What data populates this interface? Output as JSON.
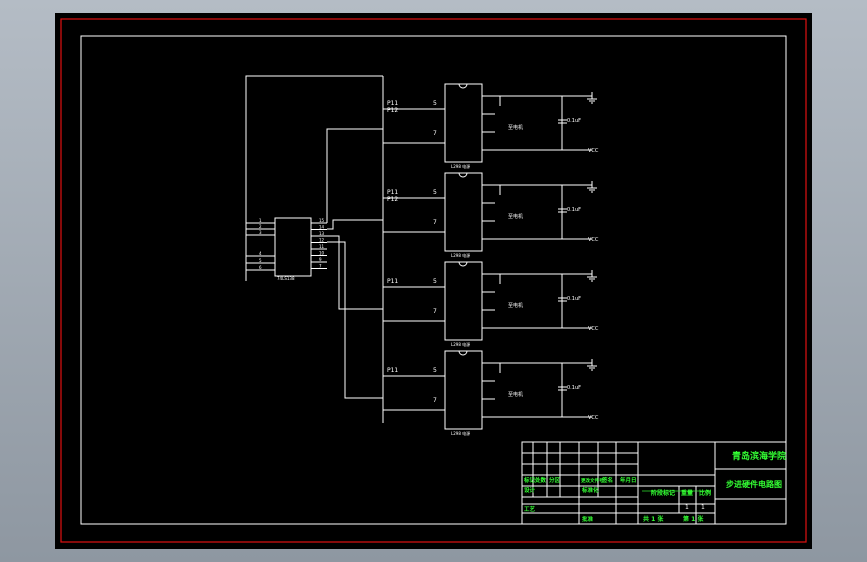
{
  "drawing": {
    "chips": [
      {
        "pin_a_name": "P11",
        "pin_a_num": "5",
        "pin_b_name": "P12",
        "pin_b_num": "7",
        "out_label": "至电机",
        "cap": "0.1uF",
        "vcc": "VCC",
        "part_label": "L298 电源"
      },
      {
        "pin_a_name": "P11",
        "pin_a_num": "5",
        "pin_b_name": "P12",
        "pin_b_num": "7",
        "out_label": "至电机",
        "cap": "0.1uF",
        "vcc": "VCC",
        "part_label": "L298 电源"
      },
      {
        "pin_a_name": "P11",
        "pin_a_num": "5",
        "pin_b_name": "",
        "pin_b_num": "7",
        "out_label": "至电机",
        "cap": "0.1uF",
        "vcc": "VCC",
        "part_label": "L298 电源"
      },
      {
        "pin_a_name": "P11",
        "pin_a_num": "5",
        "pin_b_name": "",
        "pin_b_num": "7",
        "out_label": "至电机",
        "cap": "0.1uF",
        "vcc": "VCC",
        "part_label": "L298 电源"
      }
    ],
    "decoder": {
      "left_nums": [
        "1",
        "2",
        "3",
        "4",
        "5",
        "6"
      ],
      "right_nums": [
        "15",
        "14",
        "13",
        "12",
        "11",
        "10",
        "9",
        "7"
      ],
      "part": "74LS138"
    }
  },
  "title_block": {
    "school": "青岛滨海学院",
    "drawing_title": "步进硬件电路图",
    "headers": [
      "标记",
      "处数",
      "分区",
      "更改文件号",
      "签名",
      "年月日"
    ],
    "stage_mark": "阶段标记",
    "weight": "重量",
    "scale": "比例",
    "scale_value": "1",
    "scale_value2": "1",
    "designer": "设计",
    "standardize": "标准化",
    "process": "工艺",
    "approve": "批准",
    "sheet_total": "共 1 张",
    "sheet_no": "第 1 张"
  },
  "colors": {
    "background": "#000000",
    "frame_outer": "#e01010",
    "lines": "#ffffff",
    "title_text": "#33ff33"
  }
}
